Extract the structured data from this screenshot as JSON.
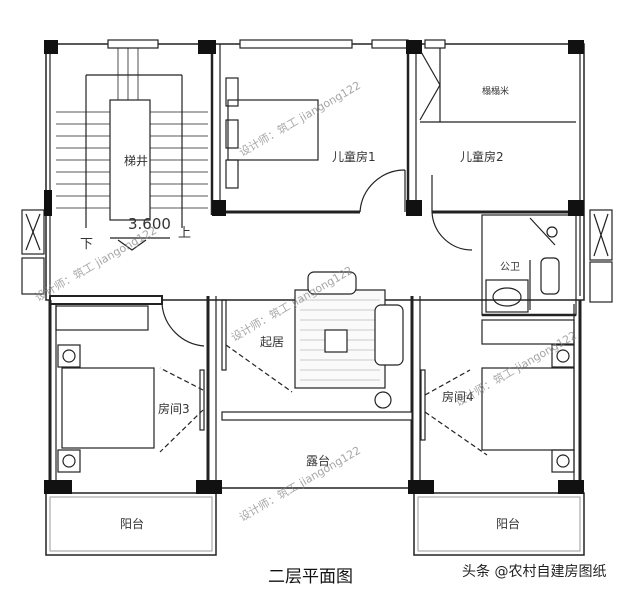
{
  "plan": {
    "title": "二层平面图",
    "credit": "头条 @农村自建房图纸",
    "elevation": "3.600",
    "stair": {
      "label": "梯井",
      "down": "下",
      "up": "上"
    },
    "rooms": {
      "kids1": "儿童房1",
      "kids2": "儿童房2",
      "tatami": "榻榻米",
      "bath": "公卫",
      "living": "起居",
      "room3": "房间3",
      "room4": "房间4",
      "terrace": "露台",
      "balcony_left": "阳台",
      "balcony_right": "阳台"
    },
    "watermarks": [
      "设计师：筑工 jiangong122",
      "设计师：筑工 jiangong122",
      "设计师：筑工 jiangong122",
      "设计师：筑工 jiangong122",
      "设计师：筑工 jiangong122"
    ]
  }
}
